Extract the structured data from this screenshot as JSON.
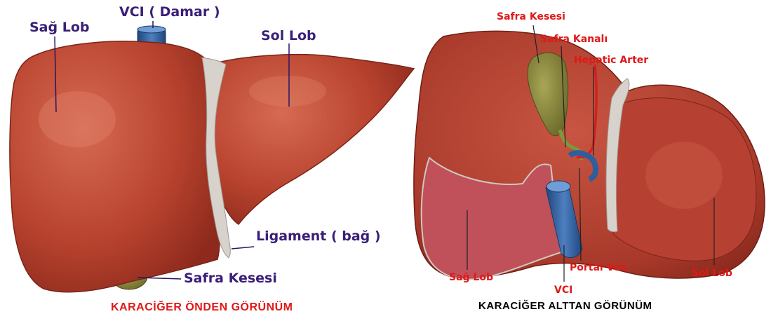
{
  "front_view": {
    "caption": "KARACİĞER  ÖNDEN GÖRÜNÜM",
    "labels": {
      "right_lobe": "Sağ Lob",
      "vci": "VCI  ( Damar )",
      "left_lobe": "Sol Lob",
      "ligament": "Ligament ( bağ )",
      "gallbladder": "Safra Kesesi"
    }
  },
  "underside_view": {
    "caption": "KARACİĞER  ALTTAN  GÖRÜNÜM",
    "labels": {
      "gallbladder": "Safra Kesesi",
      "bile_duct": "Safra Kanalı",
      "hepatic_artery": "Hepatic Arter",
      "right_lobe": "Sağ Lob",
      "vci": "VCI",
      "portal_vein": "Portal Ven",
      "left_lobe": "Sol Lob"
    }
  },
  "colors": {
    "liver": "#b8432e",
    "liver_dark": "#8e2a1d",
    "liver_light": "#d66a52",
    "gallbladder": "#8c8a3c",
    "vessel_blue": "#2f5e9c",
    "artery_red": "#d42020",
    "ligament": "#d8d2cc",
    "front_label": "#3a1f78",
    "under_label": "#e01818"
  }
}
